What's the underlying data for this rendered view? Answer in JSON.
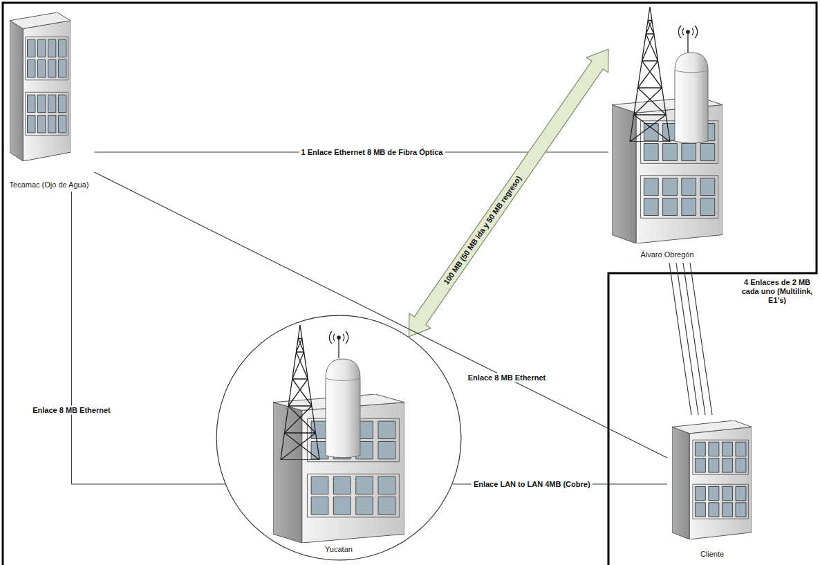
{
  "diagram": {
    "nodes": [
      {
        "text": [
          "Tecamac (Ojo de Agua)"
        ]
      },
      {
        "text": [
          "Álvaro Obregón"
        ]
      },
      {
        "text": [
          "Yucatan"
        ]
      },
      {
        "text": [
          "Cliente"
        ]
      }
    ],
    "edges": [
      {
        "from": 0,
        "to": 1,
        "arrow": "none",
        "label": "1 Enlace Ethernet 8 MB de Fibra Óptica"
      },
      {
        "from": 1,
        "to": 2,
        "arrow": "both",
        "label": "100 MB (50 MB ida y 50 MB regreso)"
      },
      {
        "from": 0,
        "to": 3,
        "arrow": "none",
        "label": "Enlace 8 MB Ethernet"
      },
      {
        "from": 0,
        "to": 2,
        "arrow": "none",
        "label": "Enlace 8 MB Ethernet"
      },
      {
        "from": 1,
        "to": 3,
        "arrow": "none",
        "label": "4 Enlaces de 2 MB cada uno (Multilink, E1's)"
      },
      {
        "from": 2,
        "to": 3,
        "arrow": "none",
        "label": "Enlace LAN to LAN 4MB (Cobre)"
      }
    ]
  }
}
